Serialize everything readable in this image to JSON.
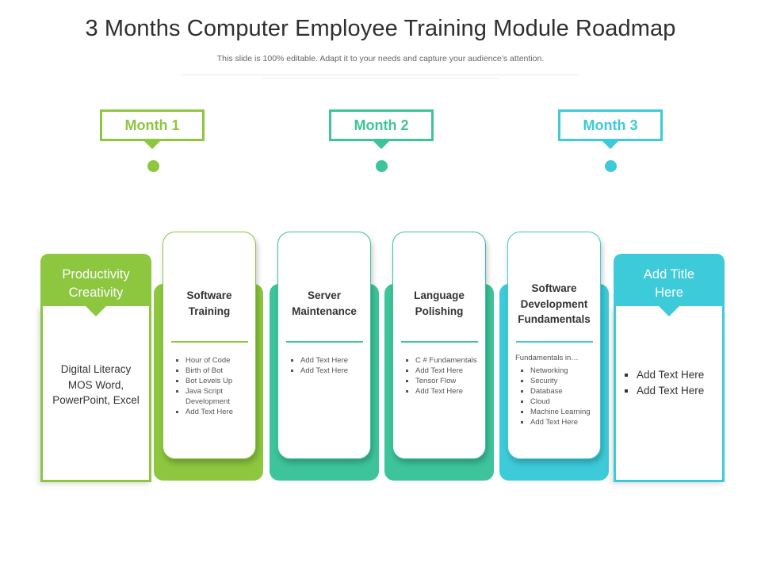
{
  "title": "3 Months Computer Employee Training Module Roadmap",
  "subtitle": "This slide is 100% editable. Adapt it to your needs and capture your audience’s attention.",
  "colors": {
    "green": "#8dc63f",
    "teal": "#3dc49a",
    "cyan": "#3dcbd9"
  },
  "months": [
    {
      "label": "Month 1",
      "color": "#8dc63f"
    },
    {
      "label": "Month 2",
      "color": "#3dc49a"
    },
    {
      "label": "Month 3",
      "color": "#3dcbd9"
    }
  ],
  "left_box": {
    "title_line1": "Productivity",
    "title_line2": "Creativity",
    "line1": "Digital Literacy",
    "line2": "MOS Word,",
    "line3": "PowerPoint, Excel"
  },
  "right_box": {
    "title_line1": "Add Title",
    "title_line2": "Here",
    "items": [
      "Add Text Here",
      "Add Text Here"
    ]
  },
  "cards": [
    {
      "title_line1": "Software",
      "title_line2": "Training",
      "items": [
        "Hour of Code",
        "Birth of Bot",
        "Bot Levels Up",
        "Java Script",
        "Add Text Here"
      ],
      "item3_cont": "Development"
    },
    {
      "title_line1": "Server",
      "title_line2": "Maintenance",
      "items": [
        "Add Text Here",
        "Add Text Here"
      ]
    },
    {
      "title_line1": "Language",
      "title_line2": "Polishing",
      "items": [
        "C # Fundamentals",
        "Add Text Here",
        "Tensor Flow",
        "Add Text Here"
      ]
    },
    {
      "title_line1": "Software",
      "title_line2": "Development",
      "title_line3": "Fundamentals",
      "lead": "Fundamentals in…",
      "items": [
        "Networking",
        "Security",
        "Database",
        "Cloud",
        "Machine Learning",
        "Add Text Here"
      ]
    }
  ]
}
